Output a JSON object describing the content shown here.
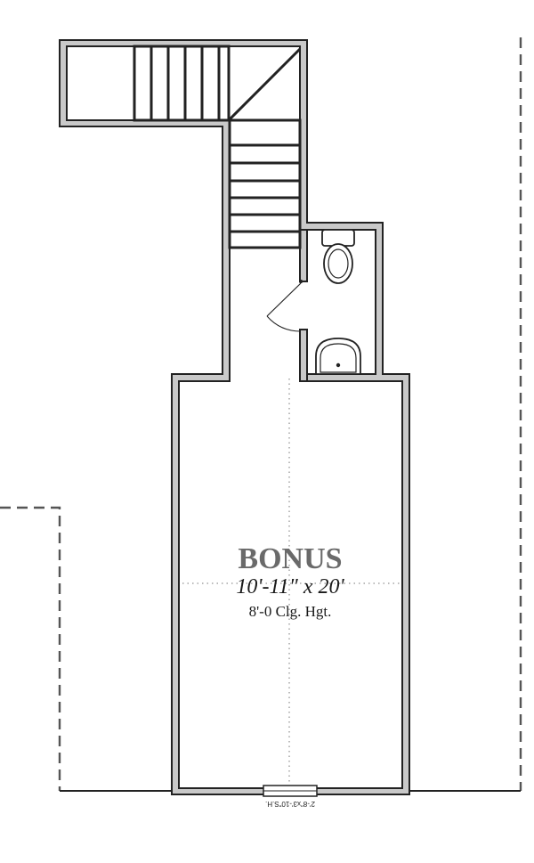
{
  "plan": {
    "room": {
      "name": "BONUS",
      "dimensions": "10'-11\" x 20'",
      "ceiling": "8'-0 Clg. Hgt."
    },
    "window_label": "2'-8\"x3'-10\"S.H."
  }
}
